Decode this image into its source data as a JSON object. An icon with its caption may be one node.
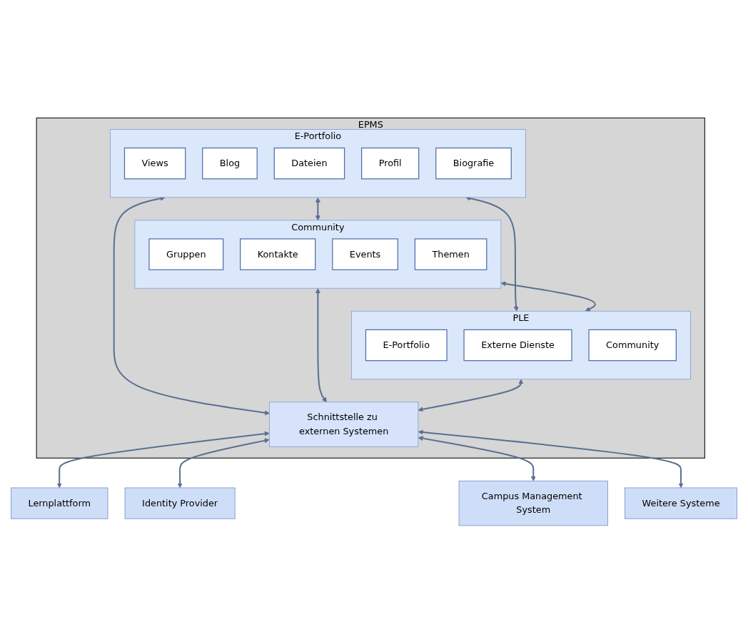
{
  "diagram": {
    "nodes": [
      {
        "text": [
          "EPMS"
        ]
      },
      {
        "text": [
          "E-Portfolio"
        ],
        "in": 0
      },
      {
        "text": [
          "Views"
        ],
        "in": 1
      },
      {
        "text": [
          "Blog"
        ],
        "in": 1
      },
      {
        "text": [
          "Dateien"
        ],
        "in": 1
      },
      {
        "text": [
          "Profil"
        ],
        "in": 1
      },
      {
        "text": [
          "Biografie"
        ],
        "in": 1
      },
      {
        "text": [
          "Community"
        ],
        "in": 0
      },
      {
        "text": [
          "Gruppen"
        ],
        "in": 7
      },
      {
        "text": [
          "Kontakte"
        ],
        "in": 7
      },
      {
        "text": [
          "Events"
        ],
        "in": 7
      },
      {
        "text": [
          "Themen"
        ],
        "in": 7
      },
      {
        "text": [
          "PLE"
        ],
        "in": 0
      },
      {
        "text": [
          "E-Portfolio"
        ],
        "in": 12
      },
      {
        "text": [
          "Externe Dienste"
        ],
        "in": 12
      },
      {
        "text": [
          "Community"
        ],
        "in": 12
      },
      {
        "text": [
          "Schnittstelle zu externen Systemen"
        ],
        "in": 0
      },
      {
        "text": [
          "Lernplattform"
        ]
      },
      {
        "text": [
          "Identity Provider"
        ]
      },
      {
        "text": [
          "Campus Management System"
        ]
      },
      {
        "text": [
          "Weitere Systeme"
        ]
      }
    ],
    "edges": [
      {
        "from": 1,
        "to": 7,
        "arrow": "both"
      },
      {
        "from": 1,
        "to": 12,
        "arrow": "both"
      },
      {
        "from": 7,
        "to": 12,
        "arrow": "both"
      },
      {
        "from": 1,
        "to": 16,
        "arrow": "both"
      },
      {
        "from": 7,
        "to": 16,
        "arrow": "both"
      },
      {
        "from": 12,
        "to": 16,
        "arrow": "both"
      },
      {
        "from": 16,
        "to": 17,
        "arrow": "both"
      },
      {
        "from": 16,
        "to": 18,
        "arrow": "both"
      },
      {
        "from": 16,
        "to": 19,
        "arrow": "both"
      },
      {
        "from": 16,
        "to": 20,
        "arrow": "both"
      }
    ]
  }
}
